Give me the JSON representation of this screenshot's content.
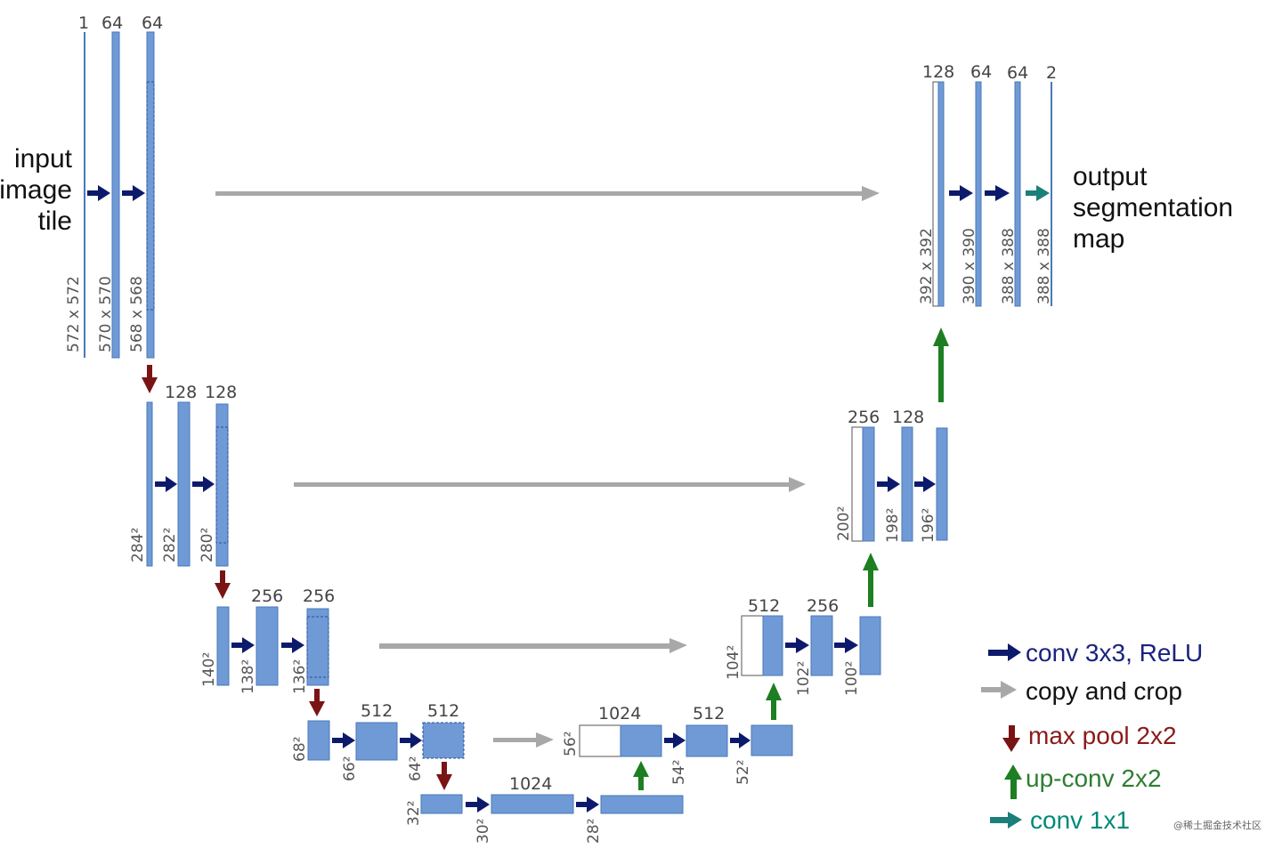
{
  "input_label": [
    "input",
    "image",
    "tile"
  ],
  "output_label": [
    "output",
    "segmentation",
    "map"
  ],
  "channels": {
    "l1": [
      "1",
      "64",
      "64"
    ],
    "l2": [
      "128",
      "128"
    ],
    "l3": [
      "256",
      "256"
    ],
    "l4": [
      "512",
      "512"
    ],
    "bottom": [
      "1024"
    ],
    "u4": [
      "1024",
      "512"
    ],
    "u3": [
      "512",
      "256"
    ],
    "u2": [
      "256",
      "128"
    ],
    "u1": [
      "128",
      "64",
      "64",
      "2"
    ]
  },
  "sizes": {
    "l1": [
      "572 x 572",
      "570 x 570",
      "568 x 568"
    ],
    "l2": [
      "284²",
      "282²",
      "280²"
    ],
    "l3": [
      "140²",
      "138²",
      "136²"
    ],
    "l4": [
      "68²",
      "66²",
      "64²"
    ],
    "bottom": [
      "32²",
      "30²",
      "28²"
    ],
    "u4": [
      "56²",
      "54²",
      "52²"
    ],
    "u3": [
      "104²",
      "102²",
      "100²"
    ],
    "u2": [
      "200²",
      "198²",
      "196²"
    ],
    "u1": [
      "392 x 392",
      "390 x 390",
      "388 x 388",
      "388 x 388"
    ]
  },
  "legend": [
    {
      "label": "conv 3x3, ReLU",
      "color": "#1a237e",
      "arrow": "right"
    },
    {
      "label": "copy and crop",
      "color": "#a8a8a8",
      "arrow": "right"
    },
    {
      "label": "max pool 2x2",
      "color": "#8b1a1a",
      "arrow": "down"
    },
    {
      "label": "up-conv 2x2",
      "color": "#2e7d32",
      "arrow": "up"
    },
    {
      "label": "conv 1x1",
      "color": "#00897b",
      "arrow": "right"
    }
  ],
  "colors": {
    "block": "#6f9ad6",
    "block_edge": "#4a78b8",
    "conv": "#0d1a6b",
    "pool": "#7a1414",
    "up": "#1e7e22",
    "copy": "#a8a8a8",
    "final": "#1c7f7a",
    "text": "#333333"
  },
  "watermark": "@稀土掘金技术社区"
}
